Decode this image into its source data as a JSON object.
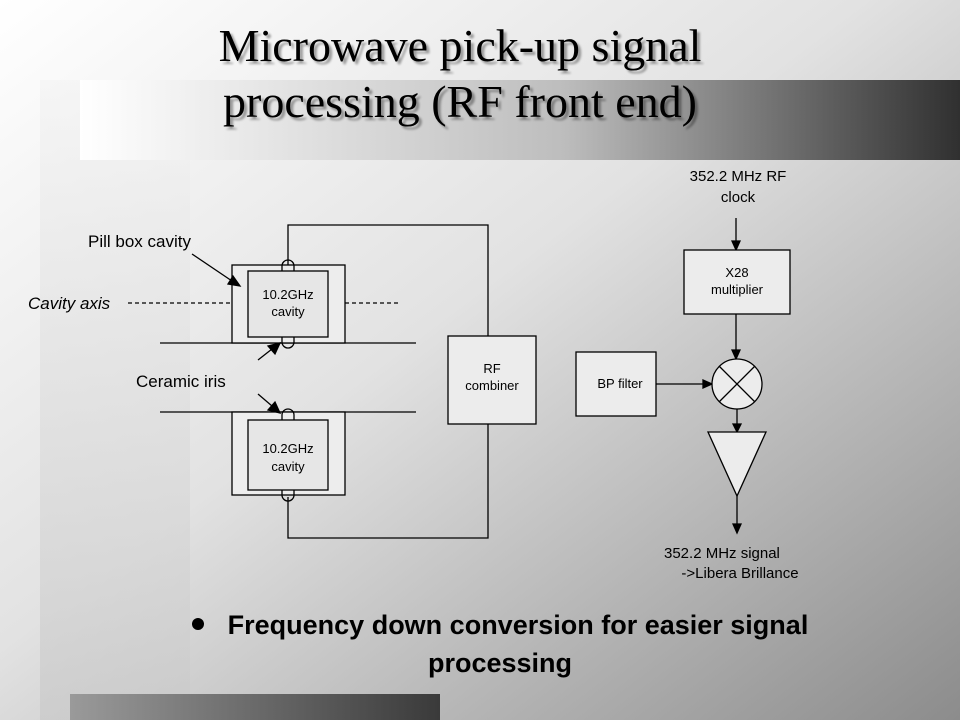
{
  "slide": {
    "title_line1": "Microwave pick-up signal",
    "title_line2": "processing (RF front end)",
    "bullet": "Frequency down conversion for easier signal processing"
  },
  "diagram": {
    "labels": {
      "pill_box": "Pill box cavity",
      "cavity_axis": "Cavity axis",
      "ceramic_iris": "Ceramic iris",
      "cavity_top_l1": "10.2GHz",
      "cavity_top_l2": "cavity",
      "cavity_bot_l1": "10.2GHz",
      "cavity_bot_l2": "cavity",
      "combiner_l1": "RF",
      "combiner_l2": "combiner",
      "bp_filter": "BP filter",
      "clock_l1": "352.2 MHz RF",
      "clock_l2": "clock",
      "mult_l1": "X28",
      "mult_l2": "multiplier",
      "out_l1": "352.2 MHz signal",
      "out_l2": "->Libera Brillance"
    }
  },
  "colors": {
    "line": "#000000",
    "box_fill": "#ececec"
  }
}
